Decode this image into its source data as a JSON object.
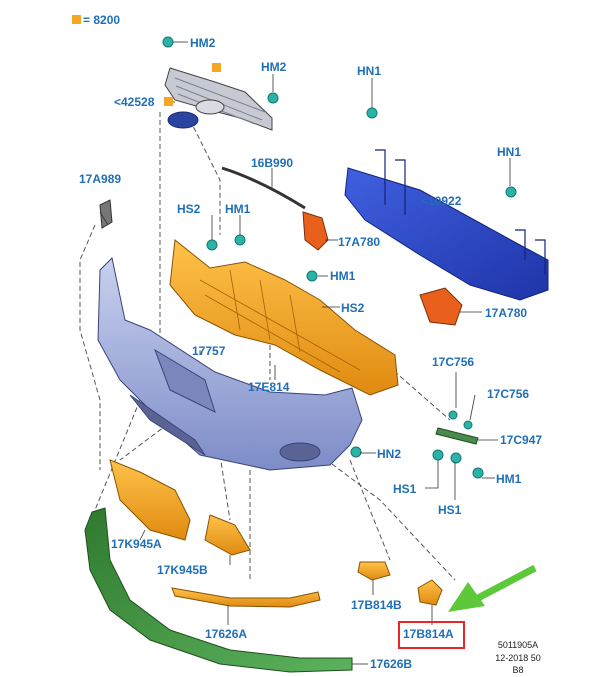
{
  "legend": {
    "text": "= 8200",
    "color": "#f5a623"
  },
  "labels": {
    "hm2_top": "HM2",
    "hm2_grille": "HM2",
    "n42528": "<42528",
    "n16b990": "16B990",
    "n17a989": "17A989",
    "hn1_top": "HN1",
    "hn1_right": "HN1",
    "n10922": "<10922",
    "hs2_left": "HS2",
    "hm1_left": "HM1",
    "n17a780_upper": "17A780",
    "hm1_mid": "HM1",
    "hs2_mid": "HS2",
    "n17a780_lower": "17A780",
    "n17757": "17757",
    "n17e814": "17E814",
    "n17c756_a": "17C756",
    "n17c756_b": "17C756",
    "n17c947": "17C947",
    "hn2": "HN2",
    "hs1_left": "HS1",
    "hm1_right": "HM1",
    "hs1_bottom": "HS1",
    "n17k945a": "17K945A",
    "n17k945b": "17K945B",
    "n17b814b": "17B814B",
    "n17626a": "17626A",
    "n17b814a": "17B814A",
    "n17626b": "17626B"
  },
  "footer": {
    "line1": "5011905A",
    "line2": "12-2018 50",
    "line3": "B8"
  },
  "colors": {
    "label": "#1f6fb8",
    "orange_part": "#f2a41f",
    "bumper": "#9aa6d6",
    "reinforcement": "#2f50c8",
    "green_part": "#3f9a3f",
    "clip": "#2bb3a8",
    "highlight": "#e8262a",
    "arrow": "#5cc83a"
  }
}
